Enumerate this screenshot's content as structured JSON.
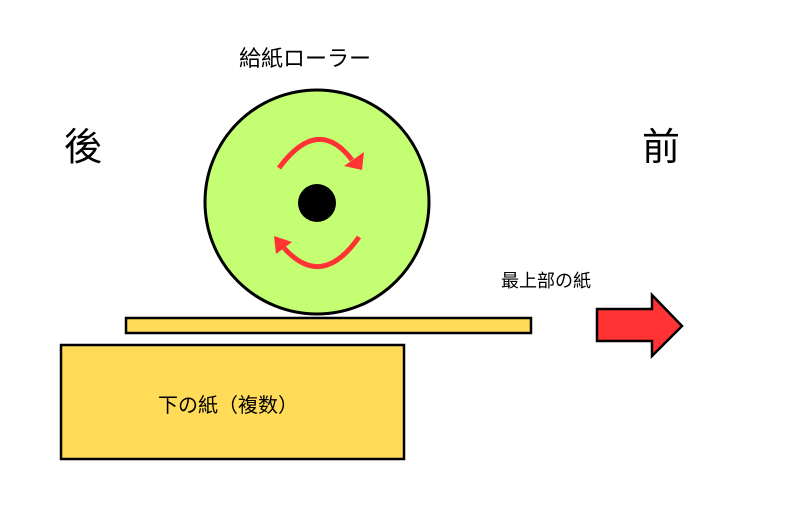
{
  "labels": {
    "roller": "給紙ローラー",
    "back": "後",
    "front": "前",
    "top_sheet": "最上部の紙",
    "lower_sheets": "下の紙（複数）"
  },
  "colors": {
    "roller_fill": "#c4ff73",
    "paper_fill": "#ffdb58",
    "rotation_arrow": "#ff3333",
    "direction_arrow": "#ff3333",
    "outline": "#000000"
  }
}
